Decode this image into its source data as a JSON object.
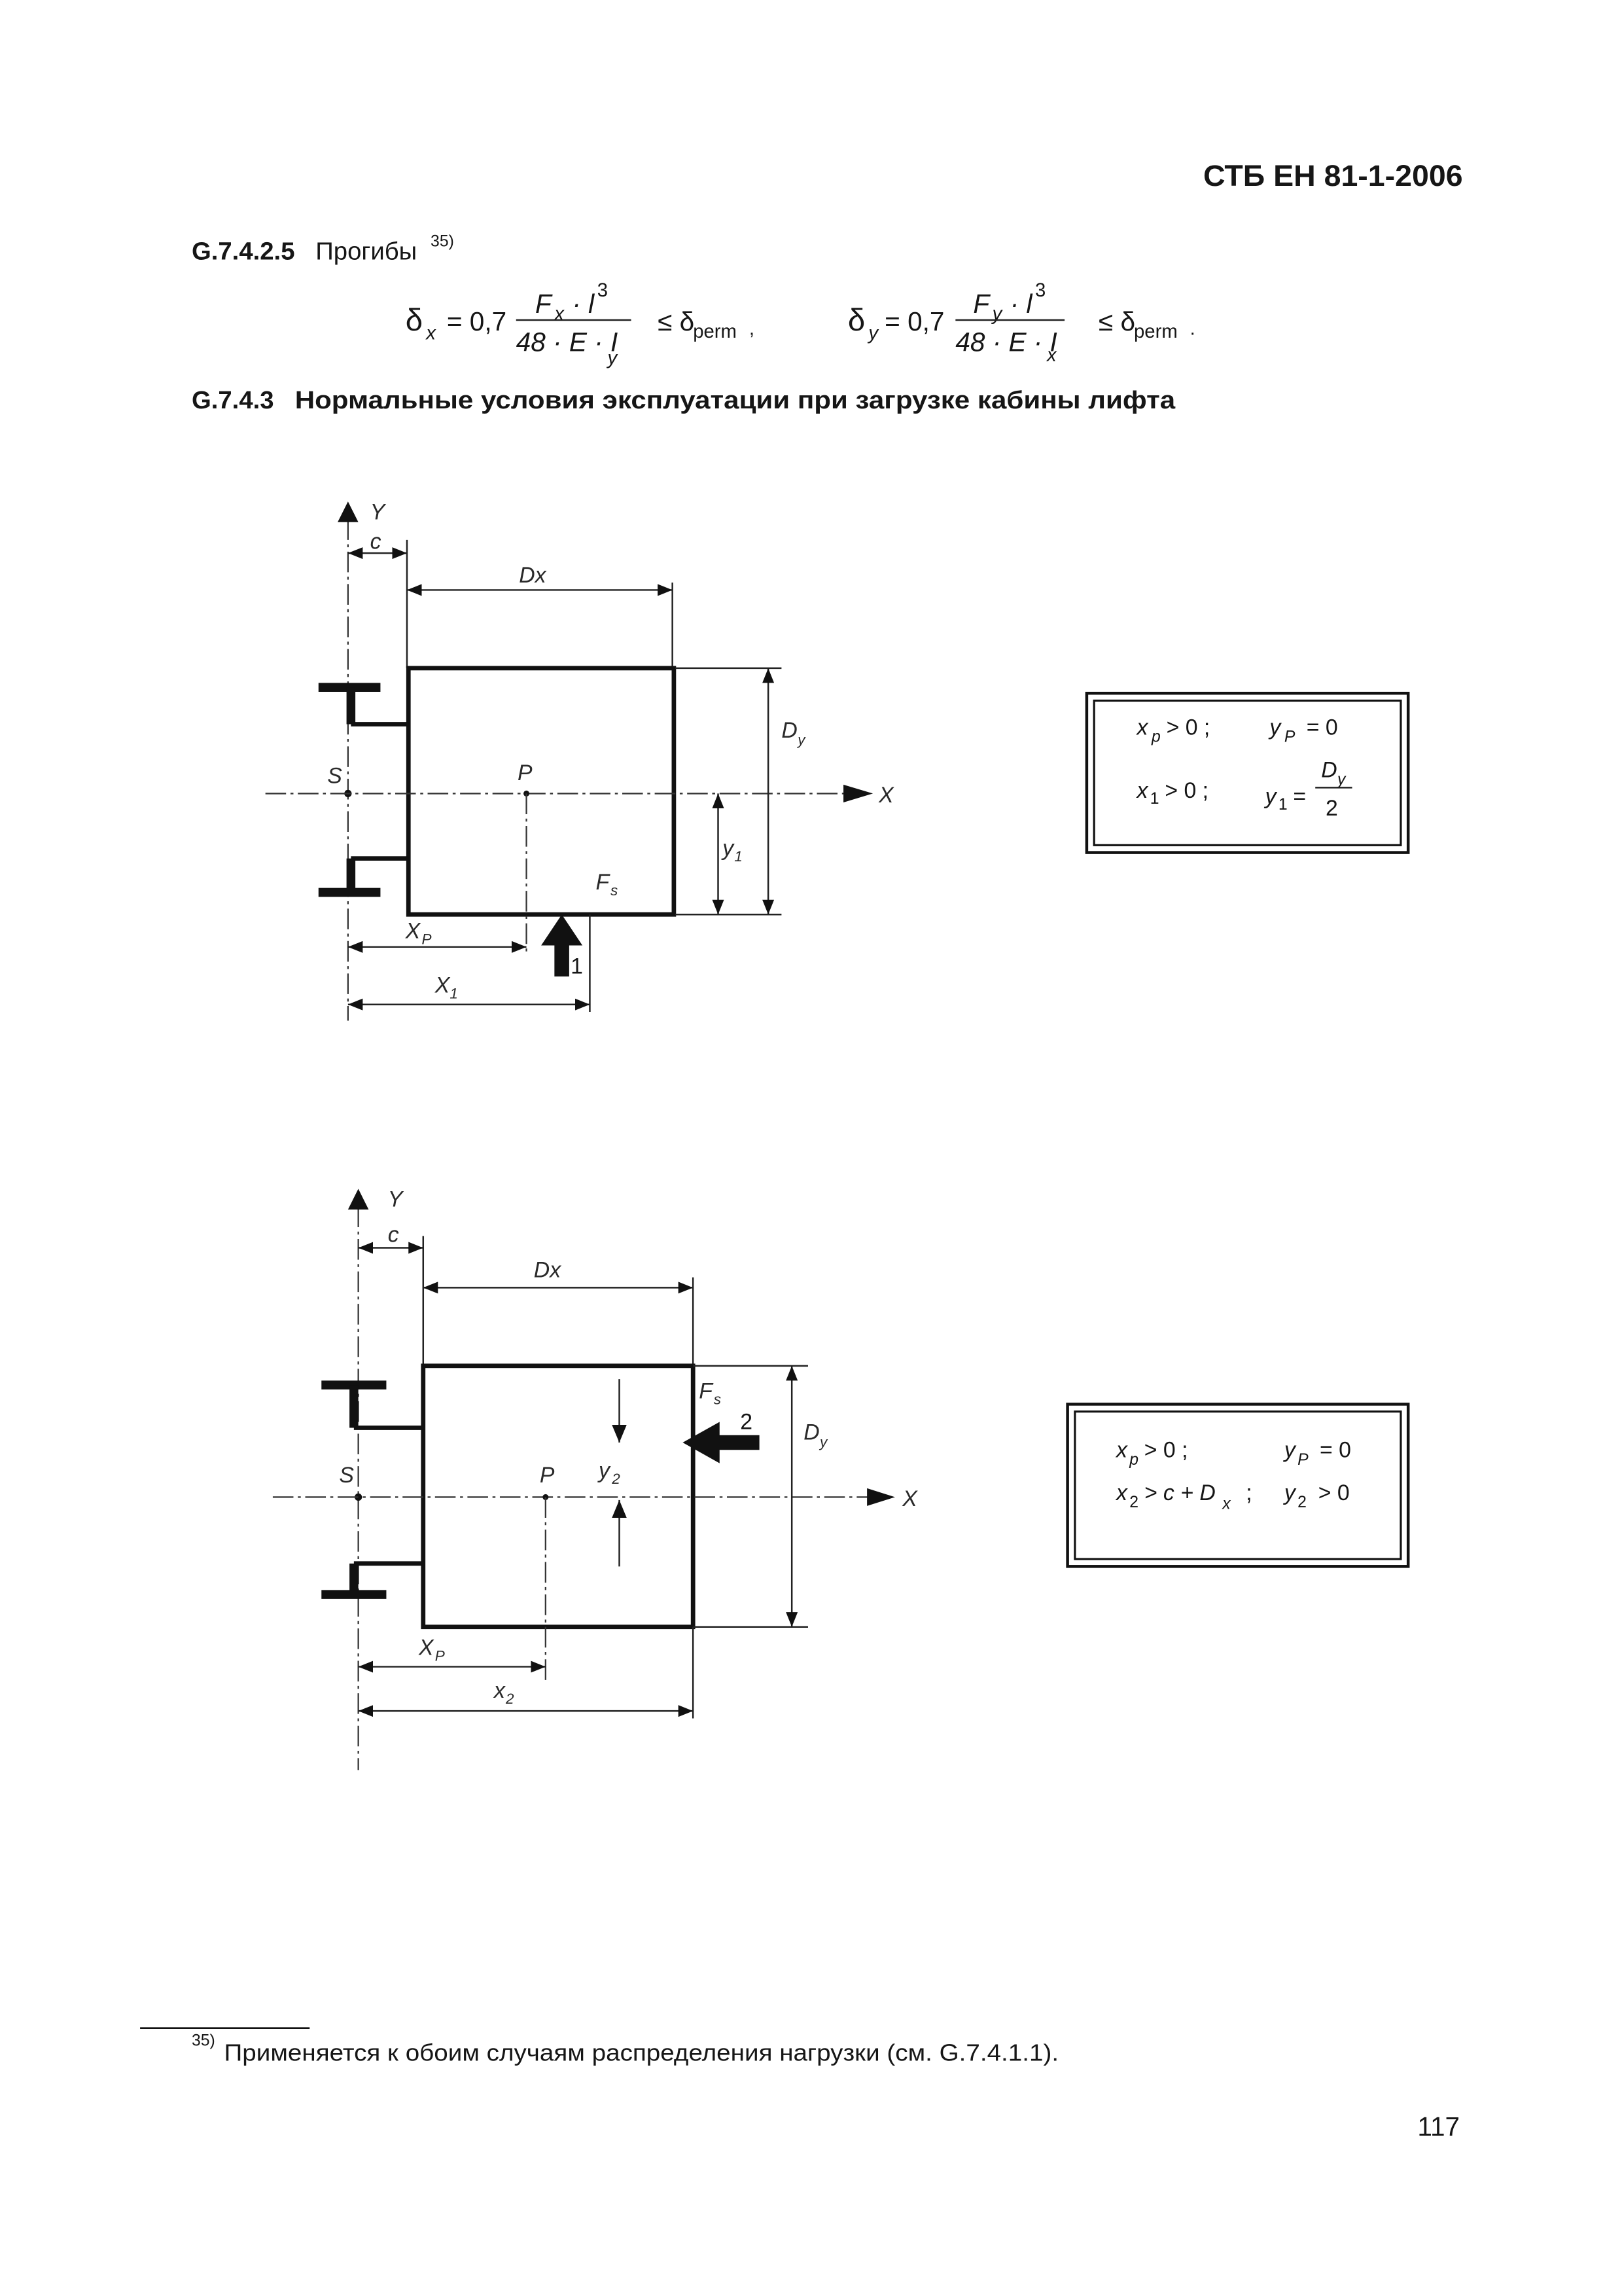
{
  "header": {
    "standard_id": "СТБ ЕН 81-1-2006"
  },
  "section_deflections": {
    "number": "G.7.4.2.5",
    "title": "Прогибы",
    "footnote_ref": "35)"
  },
  "formulas": {
    "delta_x": {
      "symbol": "δ",
      "symbol_sub": "x",
      "coefficient": "= 0,7",
      "num_var": "F",
      "num_var_sub": "x",
      "num_rest": "· l",
      "num_exp": "3",
      "denominator": "48 · E · I",
      "denominator_sub": "y",
      "limit": "≤ δ",
      "limit_sub": "perm",
      "punctuation": ","
    },
    "delta_y": {
      "symbol": "δ",
      "symbol_sub": "y",
      "coefficient": "= 0,7",
      "num_var": "F",
      "num_var_sub": "y",
      "num_rest": "· l",
      "num_exp": "3",
      "denominator": "48 · E · I",
      "denominator_sub": "x",
      "limit": "≤ δ",
      "limit_sub": "perm",
      "punctuation": "."
    }
  },
  "section_load": {
    "number": "G.7.4.3",
    "title": "Нормальные условия эксплуатации при загрузке кабины лифта"
  },
  "diagram_1": {
    "y_axis": "Y",
    "x_axis": "X",
    "c": "c",
    "dx": "Dx",
    "dy": {
      "base": "D",
      "sub": "y"
    },
    "s": "S",
    "p": "P",
    "y1": {
      "base": "y",
      "sub": "1"
    },
    "fs": {
      "base": "F",
      "sub": "s"
    },
    "xp": {
      "base": "X",
      "sub": "P"
    },
    "x1": {
      "base": "X",
      "sub": "1"
    },
    "force_number": "1"
  },
  "conditions_1": {
    "row1": {
      "left": {
        "base": "x",
        "sub": "p",
        "rel": "> 0 ;"
      },
      "right": {
        "base": "y",
        "sub": "P",
        "rel": "= 0"
      }
    },
    "row2": {
      "left": {
        "base": "x",
        "sub": "1",
        "rel": "> 0 ;"
      },
      "right": {
        "base": "y",
        "sub": "1",
        "rel": "=",
        "frac_num": "D",
        "frac_num_sub": "y",
        "frac_den": "2"
      }
    }
  },
  "diagram_2": {
    "y_axis": "Y",
    "x_axis": "X",
    "c": "c",
    "dx": "Dx",
    "dy": {
      "base": "D",
      "sub": "y"
    },
    "s": "S",
    "p": "P",
    "y2": {
      "base": "y",
      "sub": "2"
    },
    "fs": {
      "base": "F",
      "sub": "s"
    },
    "xp": {
      "base": "X",
      "sub": "P"
    },
    "x2": {
      "base": "x",
      "sub": "2"
    },
    "force_number": "2"
  },
  "conditions_2": {
    "row1": {
      "left": {
        "base": "x",
        "sub": "p",
        "rel": "> 0 ;"
      },
      "right": {
        "base": "y",
        "sub": "P",
        "rel": "= 0"
      }
    },
    "row2": {
      "left": {
        "base": "x",
        "sub": "2",
        "rel": "> c + D",
        "rel_sub": "x",
        "end": ";"
      },
      "right": {
        "base": "y",
        "sub": "2",
        "rel": "> 0"
      }
    }
  },
  "footnote": {
    "marker": "35)",
    "text": "Применяется к обоим случаям распределения нагрузки (см. G.7.4.1.1)."
  },
  "page_number": "117"
}
